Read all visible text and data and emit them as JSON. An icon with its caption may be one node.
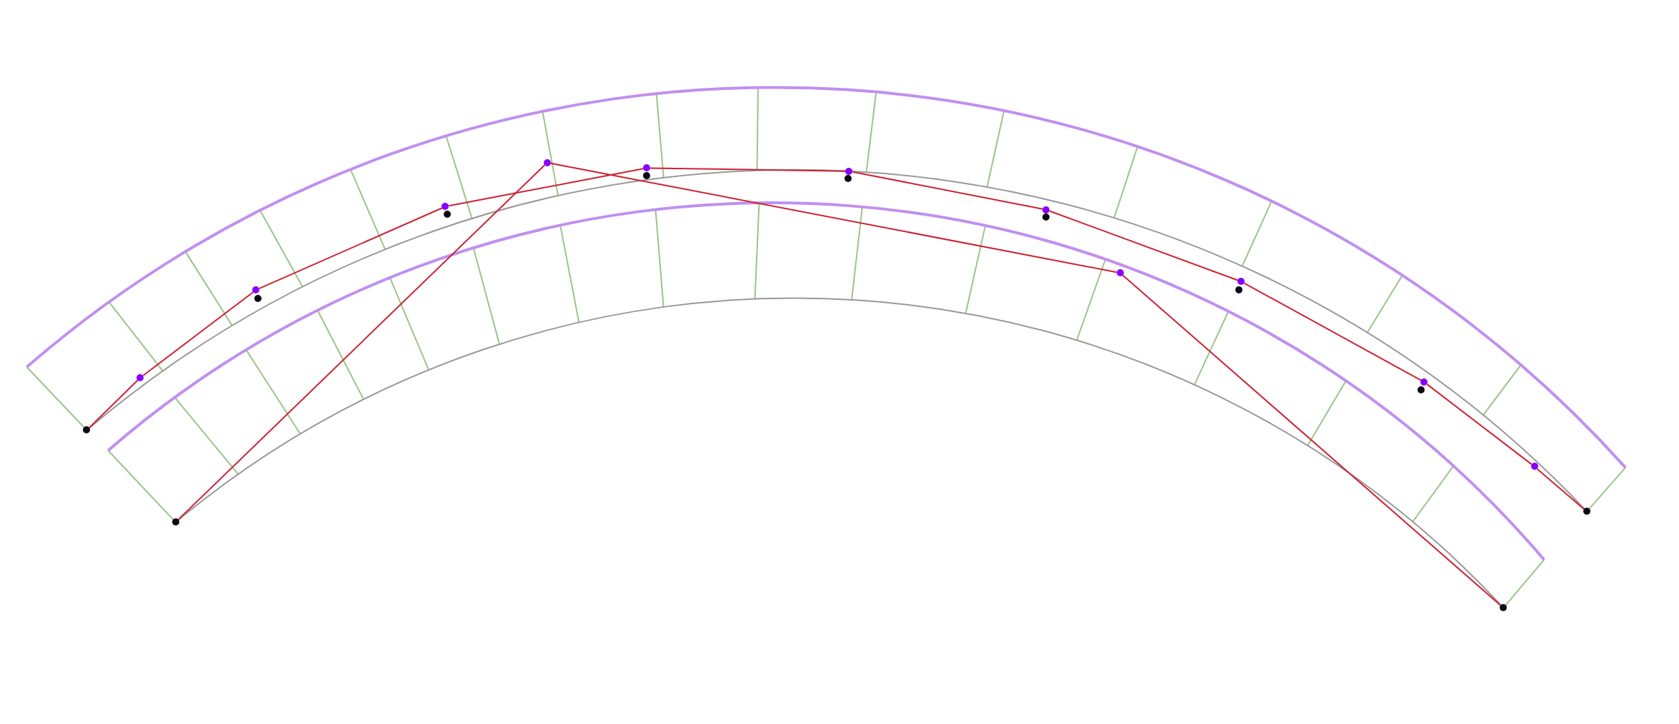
{
  "diagram": {
    "nodes": [
      {
        "text": [],
        "shape": "circle"
      },
      {
        "text": [],
        "shape": "circle"
      },
      {
        "text": [],
        "shape": "circle"
      },
      {
        "text": [],
        "shape": "circle"
      },
      {
        "text": [],
        "shape": "circle"
      },
      {
        "text": [],
        "shape": "circle"
      },
      {
        "text": [],
        "shape": "circle"
      },
      {
        "text": [],
        "shape": "circle"
      },
      {
        "text": [],
        "shape": "circle"
      },
      {
        "text": [],
        "shape": "circle"
      },
      {
        "text": [],
        "shape": "circle"
      },
      {
        "text": [],
        "shape": "circle"
      },
      {
        "text": [],
        "shape": "circle"
      },
      {
        "text": [],
        "shape": "circle"
      },
      {
        "text": [],
        "shape": "circle"
      },
      {
        "text": [],
        "shape": "circle"
      },
      {
        "text": [],
        "shape": "circle"
      },
      {
        "text": [],
        "shape": "circle"
      },
      {
        "text": [],
        "shape": "circle"
      },
      {
        "text": [],
        "shape": "circle"
      },
      {
        "text": [],
        "shape": "circle"
      },
      {
        "text": [],
        "shape": "circle"
      }
    ],
    "edges": [
      {
        "from": 0,
        "to": 1,
        "arrow": "none"
      },
      {
        "from": 1,
        "to": 3,
        "arrow": "none"
      },
      {
        "from": 3,
        "to": 5,
        "arrow": "none"
      },
      {
        "from": 5,
        "to": 8,
        "arrow": "none"
      },
      {
        "from": 8,
        "to": 10,
        "arrow": "none"
      },
      {
        "from": 10,
        "to": 12,
        "arrow": "none"
      },
      {
        "from": 12,
        "to": 15,
        "arrow": "none"
      },
      {
        "from": 15,
        "to": 17,
        "arrow": "none"
      },
      {
        "from": 17,
        "to": 20,
        "arrow": "none"
      },
      {
        "from": 20,
        "to": 21,
        "arrow": "none"
      },
      {
        "from": 2,
        "to": 7,
        "arrow": "none"
      },
      {
        "from": 7,
        "to": 14,
        "arrow": "none"
      },
      {
        "from": 14,
        "to": 19,
        "arrow": "none"
      }
    ]
  }
}
